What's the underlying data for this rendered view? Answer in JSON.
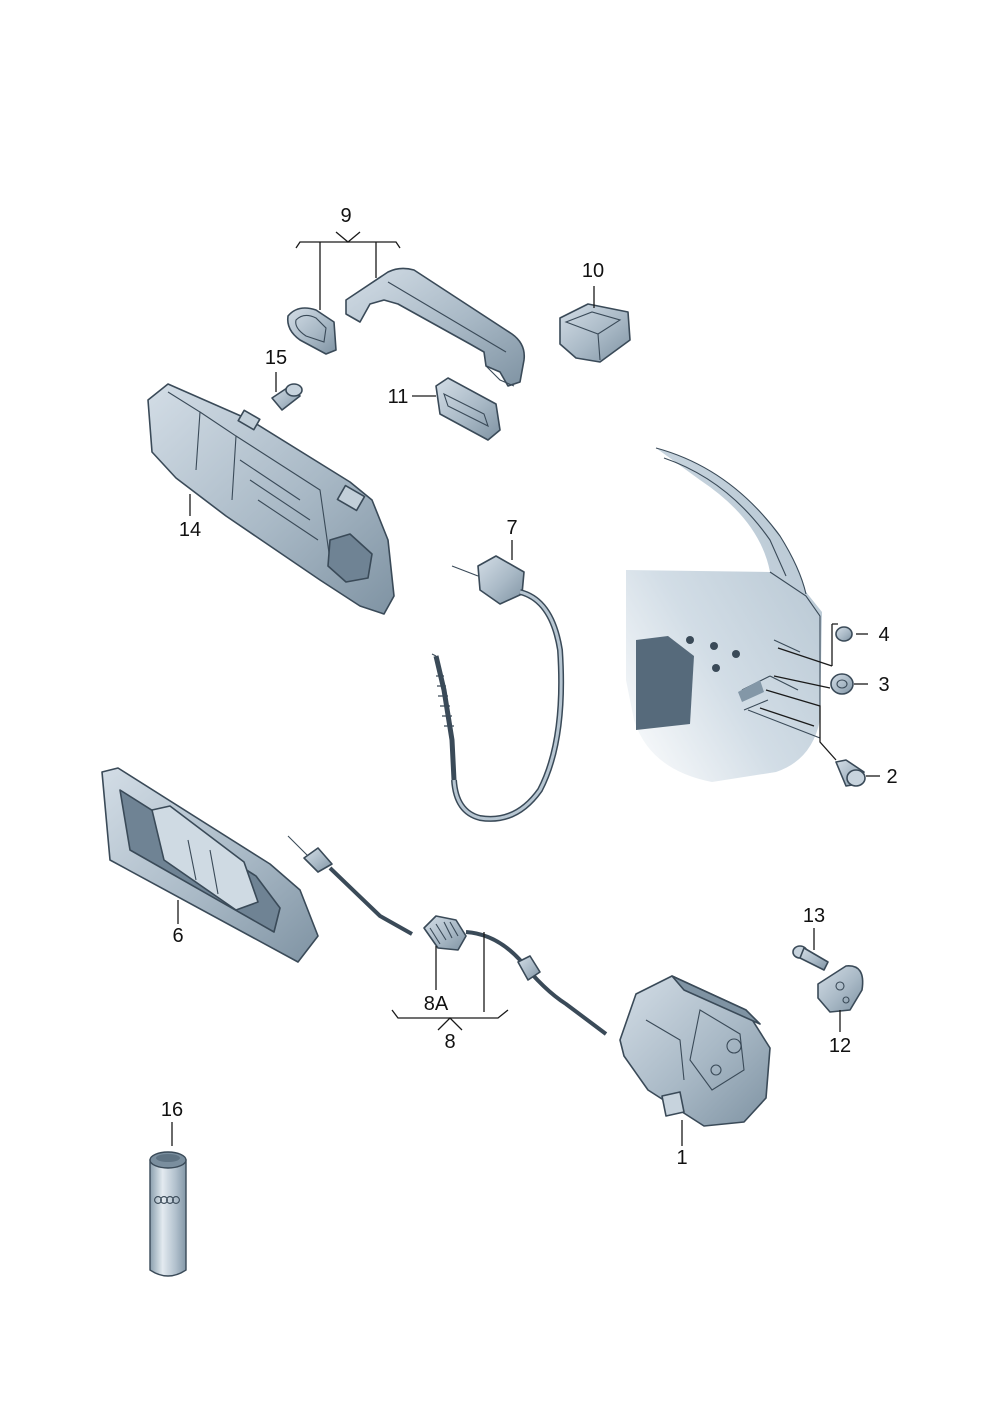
{
  "callouts": {
    "c1": "1",
    "c2": "2",
    "c3": "3",
    "c4": "4",
    "c6": "6",
    "c7": "7",
    "c8": "8",
    "c8a": "8A",
    "c9": "9",
    "c10": "10",
    "c11": "11",
    "c12": "12",
    "c13": "13",
    "c14": "14",
    "c15": "15",
    "c16": "16"
  },
  "colors": {
    "part_fill": "#a9b9c6",
    "part_light": "#cfdae3",
    "part_dark": "#7f93a3",
    "outline": "#3a4a58",
    "door_fill": "#c9d6e0"
  },
  "logo": {
    "rings": "four-rings-logo"
  }
}
